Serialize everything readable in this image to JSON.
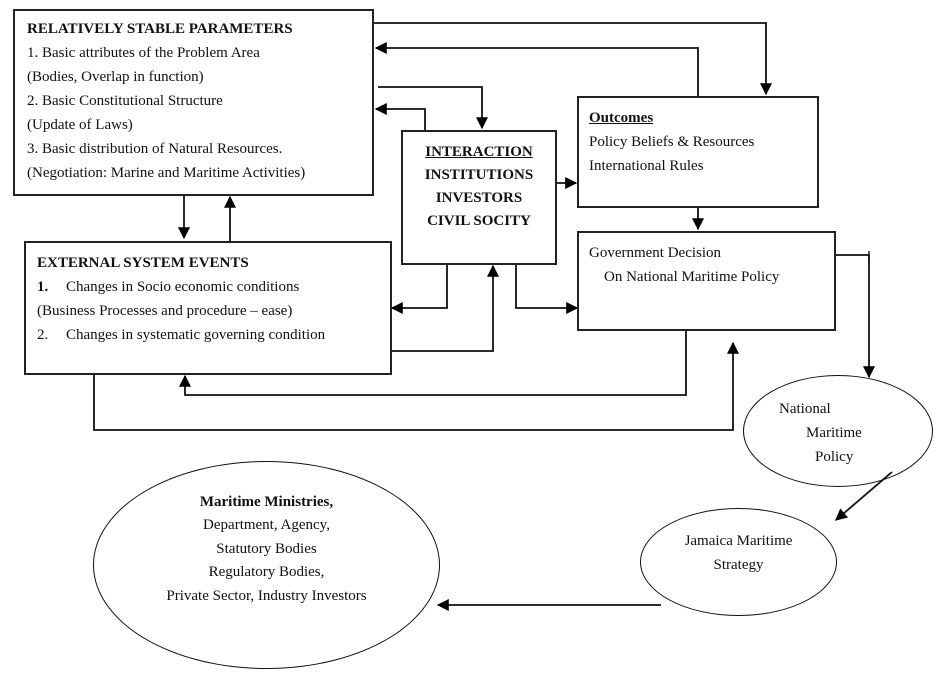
{
  "diagram": {
    "stable_parameters": {
      "title": "RELATIVELY STABLE PARAMETERS",
      "lines": [
        "1. Basic attributes of the Problem Area",
        "(Bodies, Overlap in function)",
        "2. Basic Constitutional Structure",
        "(Update of Laws)",
        "3. Basic distribution of Natural Resources.",
        "(Negotiation: Marine and Maritime Activities)"
      ]
    },
    "external_events": {
      "title": "EXTERNAL SYSTEM  EVENTS",
      "items": [
        {
          "num": "1.",
          "text": "Changes in Socio economic conditions"
        },
        {
          "num": "",
          "text": "(Business Processes and procedure – ease)"
        },
        {
          "num": "2.",
          "text": "Changes in systematic governing condition"
        }
      ]
    },
    "interaction": {
      "title": "INTERACTION",
      "lines": [
        "INSTITUTIONS",
        "INVESTORS",
        "CIVIL SOCITY"
      ]
    },
    "outcomes": {
      "title": "Outcomes",
      "lines": [
        "Policy Beliefs & Resources",
        "International Rules"
      ]
    },
    "government_decision": {
      "lines": [
        "Government Decision",
        "On National Maritime Policy"
      ]
    },
    "national_policy": {
      "lines": [
        "National",
        "Maritime",
        "Policy"
      ]
    },
    "jamaica_strategy": {
      "lines": [
        "Jamaica Maritime",
        "Strategy"
      ]
    },
    "ministries": {
      "title": "Maritime Ministries,",
      "lines": [
        "Department, Agency,",
        "Statutory Bodies",
        "Regulatory Bodies,",
        "Private Sector, Industry Investors"
      ]
    },
    "connections": [
      {
        "from": "stable_parameters",
        "to": "outcomes"
      },
      {
        "from": "outcomes",
        "to": "stable_parameters"
      },
      {
        "from": "stable_parameters",
        "to": "interaction"
      },
      {
        "from": "interaction",
        "to": "stable_parameters"
      },
      {
        "from": "stable_parameters",
        "to": "external_events"
      },
      {
        "from": "external_events",
        "to": "stable_parameters"
      },
      {
        "from": "interaction",
        "to": "outcomes"
      },
      {
        "from": "interaction",
        "to": "external_events"
      },
      {
        "from": "external_events",
        "to": "interaction"
      },
      {
        "from": "interaction",
        "to": "government_decision"
      },
      {
        "from": "outcomes",
        "to": "government_decision"
      },
      {
        "from": "government_decision",
        "to": "external_events"
      },
      {
        "from": "external_events",
        "to": "government_decision"
      },
      {
        "from": "government_decision",
        "to": "national_policy"
      },
      {
        "from": "national_policy",
        "to": "jamaica_strategy"
      },
      {
        "from": "jamaica_strategy",
        "to": "ministries"
      }
    ]
  }
}
